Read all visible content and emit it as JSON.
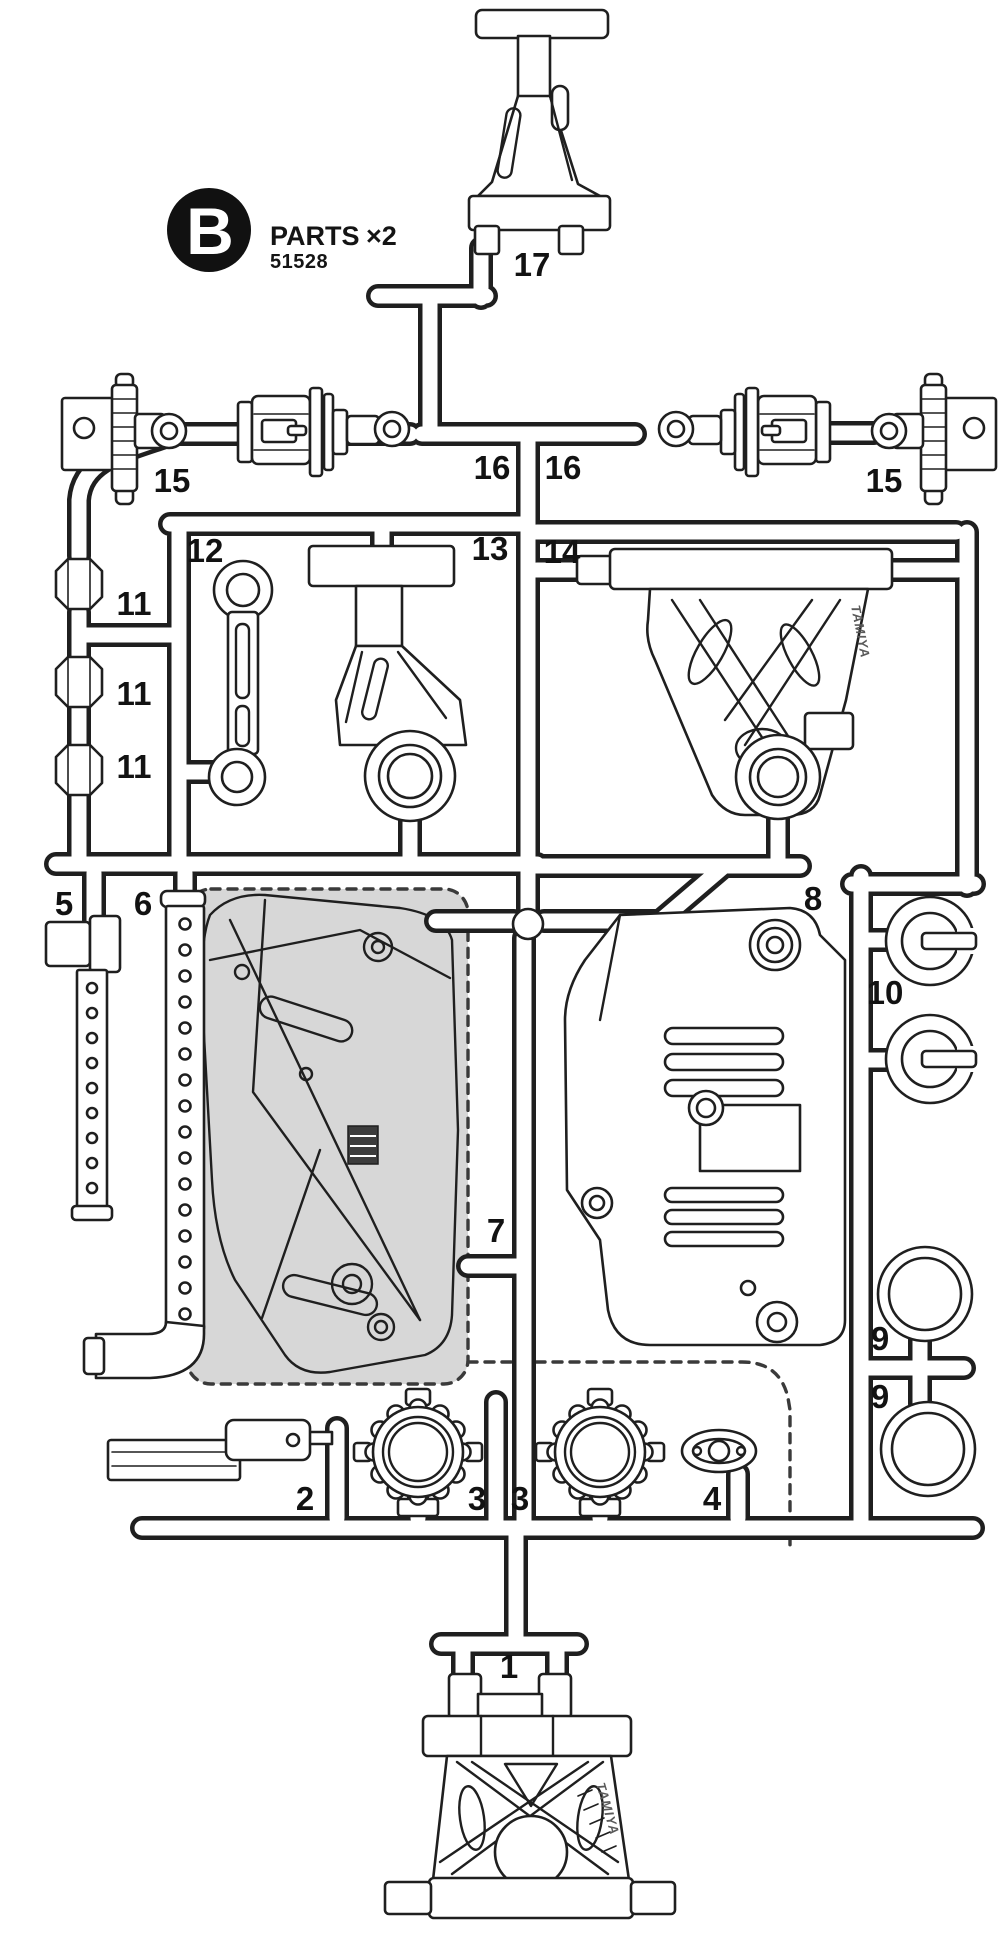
{
  "header": {
    "sheet_letter": "B",
    "parts_word": "PARTS",
    "quantity": "×2",
    "item_number": "51528"
  },
  "brand": "TAMIYA",
  "part_labels": {
    "p17": "17",
    "p15_left": "15",
    "p16_left": "16",
    "p16_right": "16",
    "p15_right": "15",
    "p12": "12",
    "p13": "13",
    "p14": "14",
    "p11_top": "11",
    "p11_mid": "11",
    "p11_bottom": "11",
    "p5": "5",
    "p6": "6",
    "p7": "7",
    "p8": "8",
    "p10": "10",
    "p9_top": "9",
    "p9_bottom": "9",
    "p2": "2",
    "p3_left": "3",
    "p3_right": "3",
    "p4": "4",
    "p1": "1"
  },
  "colors": {
    "line": "#1f1f1f",
    "shaded_region": "#d7d7d7",
    "background": "#ffffff"
  }
}
